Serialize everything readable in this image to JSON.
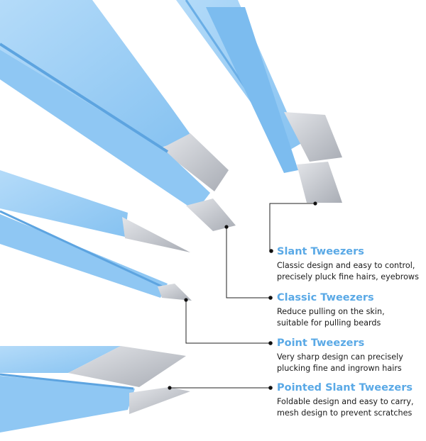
{
  "products": [
    {
      "id": "slant",
      "name": "Slant Tweezers",
      "desc_line1": "Classic design and easy to control,",
      "desc_line2": "precisely pluck fine hairs, eyebrows"
    },
    {
      "id": "classic",
      "name": "Classic Tweezers",
      "desc_line1": "Reduce pulling on the skin,",
      "desc_line2": "suitable for pulling beards"
    },
    {
      "id": "point",
      "name": "Point Tweezers",
      "desc_line1": "Very sharp design can precisely",
      "desc_line2": "plucking fine and ingrown hairs"
    },
    {
      "id": "pointed-slant",
      "name": "Pointed Slant Tweezers",
      "desc_line1": "Foldable design and easy to carry,",
      "desc_line2": "mesh design to prevent scratches"
    }
  ],
  "colors": {
    "accent": "#5aa9e6",
    "body_blue": "#9ecff6",
    "body_blue_dark": "#6fb3ea",
    "steel": "#c9ccd2",
    "text": "#1a1a1a"
  }
}
